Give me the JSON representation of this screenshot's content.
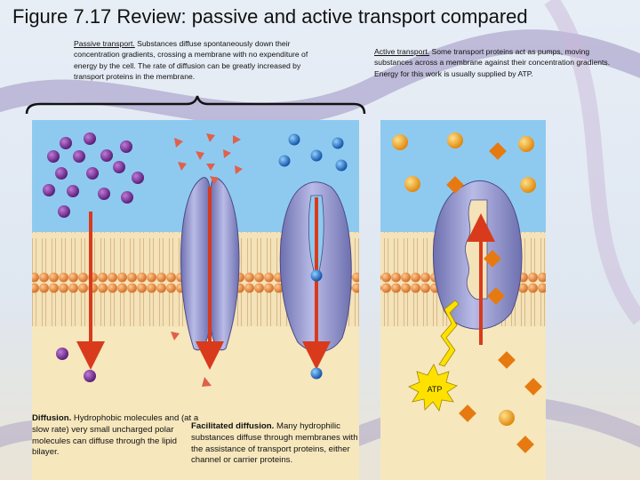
{
  "title": "Figure 7.17 Review: passive and active transport compared",
  "passive_caption": {
    "term": "Passive transport.",
    "text": " Substances diffuse spontaneously down their concentration gradients, crossing a membrane with no expenditure of energy by the cell. The rate of diffusion can be greatly increased by transport proteins in the membrane."
  },
  "active_caption": {
    "term": "Active transport.",
    "text": " Some transport proteins act as pumps, moving substances across a membrane against their concentration gradients. Energy for this work is usually supplied by ATP."
  },
  "diffusion_label": {
    "term": "Diffusion.",
    "text": " Hydrophobic molecules and (at a slow rate) very small uncharged polar molecules can diffuse through the lipid bilayer."
  },
  "facilitated_label": {
    "term": "Facilitated diffusion.",
    "text": " Many hydrophilic substances diffuse through membranes with the assistance of transport proteins, either channel or carrier proteins."
  },
  "atp_label": "ATP",
  "colors": {
    "extracellular": "#8ecaf0",
    "cytoplasm": "#f4e4b6",
    "lipid_head": "#e48a3c",
    "protein": "#8c8ec8",
    "arrow": "#d93a1c",
    "molecule_purple": "#6b2a8a",
    "molecule_triangle": "#e0604a",
    "molecule_blue": "#1f6fc8",
    "molecule_orange_sphere": "#f2a020",
    "molecule_orange_diamond": "#e67a10",
    "atp_burst": "#ffe100"
  }
}
